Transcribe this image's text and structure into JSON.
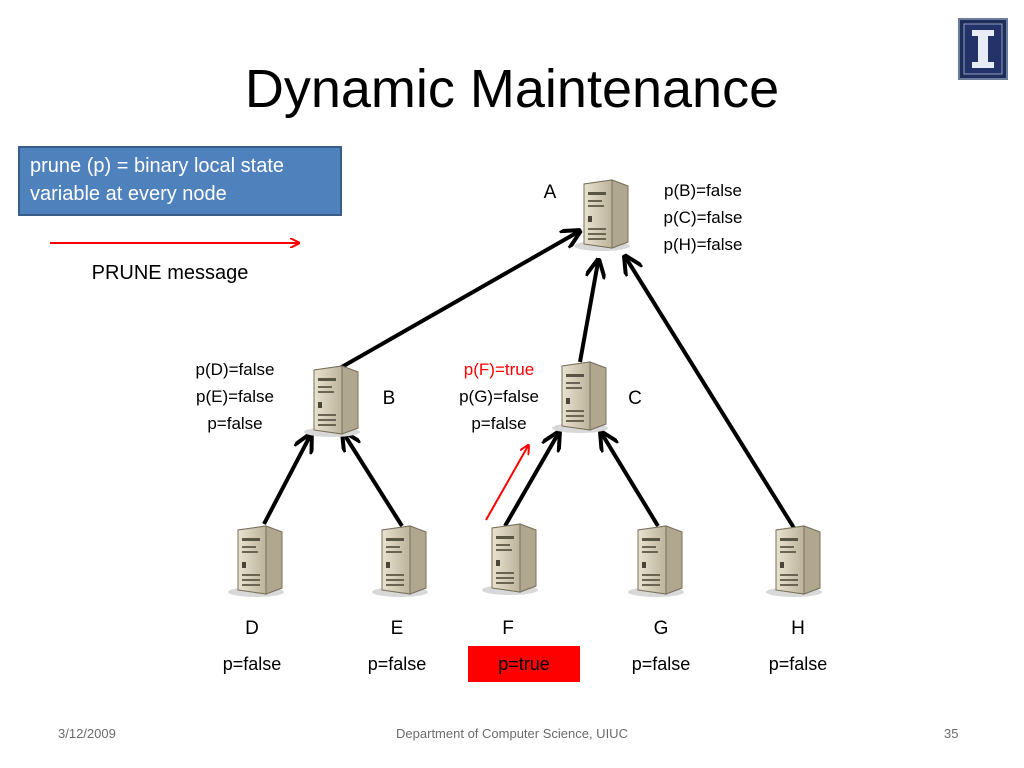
{
  "title": "Dynamic Maintenance",
  "definition_box": {
    "line1": "prune (p) = binary local state",
    "line2": "variable at every node"
  },
  "legend": {
    "label": "PRUNE message",
    "arrow_color": "#ff0000"
  },
  "logo": {
    "icon": "university-logo-icon"
  },
  "nodes": {
    "A": {
      "label": "A",
      "states": [
        "p(B)=false",
        "p(C)=false",
        "p(H)=false"
      ]
    },
    "B": {
      "label": "B",
      "states": [
        "p(D)=false",
        "p(E)=false",
        "p=false"
      ]
    },
    "C": {
      "label": "C",
      "states": [
        "p(F)=true",
        "p(G)=false",
        "p=false"
      ],
      "highlight_state_color": "#ff0000"
    },
    "D": {
      "label": "D",
      "state": "p=false"
    },
    "E": {
      "label": "E",
      "state": "p=false"
    },
    "F": {
      "label": "F",
      "state": "p=true",
      "highlight_bg": "#ff0000"
    },
    "G": {
      "label": "G",
      "state": "p=false"
    },
    "H": {
      "label": "H",
      "state": "p=false"
    }
  },
  "edges": [
    {
      "from": "B",
      "to": "A"
    },
    {
      "from": "C",
      "to": "A"
    },
    {
      "from": "H",
      "to": "A"
    },
    {
      "from": "D",
      "to": "B"
    },
    {
      "from": "E",
      "to": "B"
    },
    {
      "from": "F",
      "to": "C"
    },
    {
      "from": "G",
      "to": "C"
    }
  ],
  "prune_messages": [
    {
      "from": "F",
      "to": "C"
    }
  ],
  "footer": {
    "date": "3/12/2009",
    "department": "Department of Computer Science, UIUC",
    "page_number": "35"
  }
}
